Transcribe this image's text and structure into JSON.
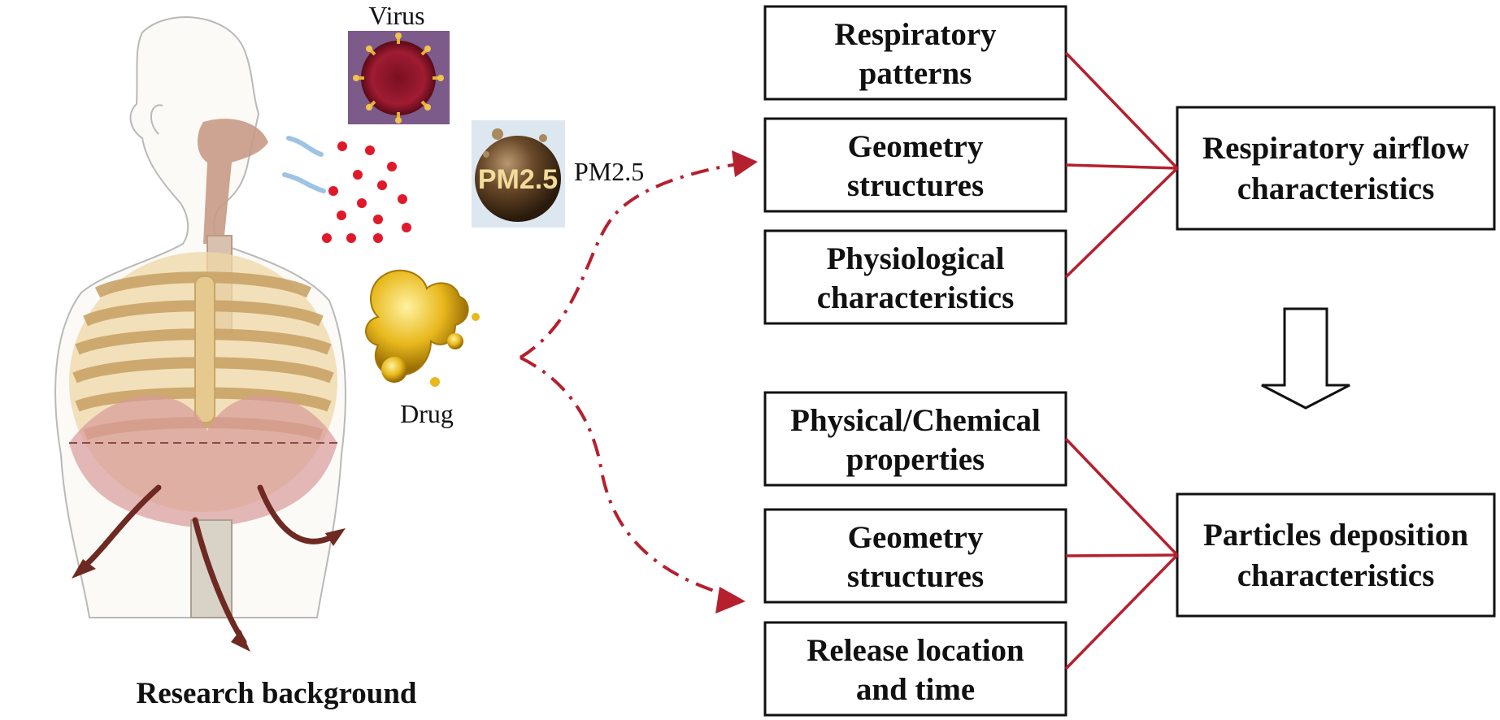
{
  "labels": {
    "virus": "Virus",
    "pm25": "PM2.5",
    "pm25_badge": "PM2.5",
    "drug": "Drug",
    "caption": "Research background"
  },
  "factors_airflow": [
    {
      "line1": "Respiratory",
      "line2": "patterns"
    },
    {
      "line1": "Geometry",
      "line2": "structures"
    },
    {
      "line1": "Physiological",
      "line2": "characteristics"
    }
  ],
  "factors_particles": [
    {
      "line1": "Physical/Chemical",
      "line2": "properties"
    },
    {
      "line1": "Geometry",
      "line2": "structures"
    },
    {
      "line1": "Release location",
      "line2": "and time"
    }
  ],
  "outcomes": {
    "airflow": {
      "line1": "Respiratory airflow",
      "line2": "characteristics"
    },
    "particles": {
      "line1": "Particles deposition",
      "line2": "characteristics"
    }
  },
  "colors": {
    "connector": "#b5202e",
    "box_border": "#111111",
    "particle": "#e0192a"
  }
}
